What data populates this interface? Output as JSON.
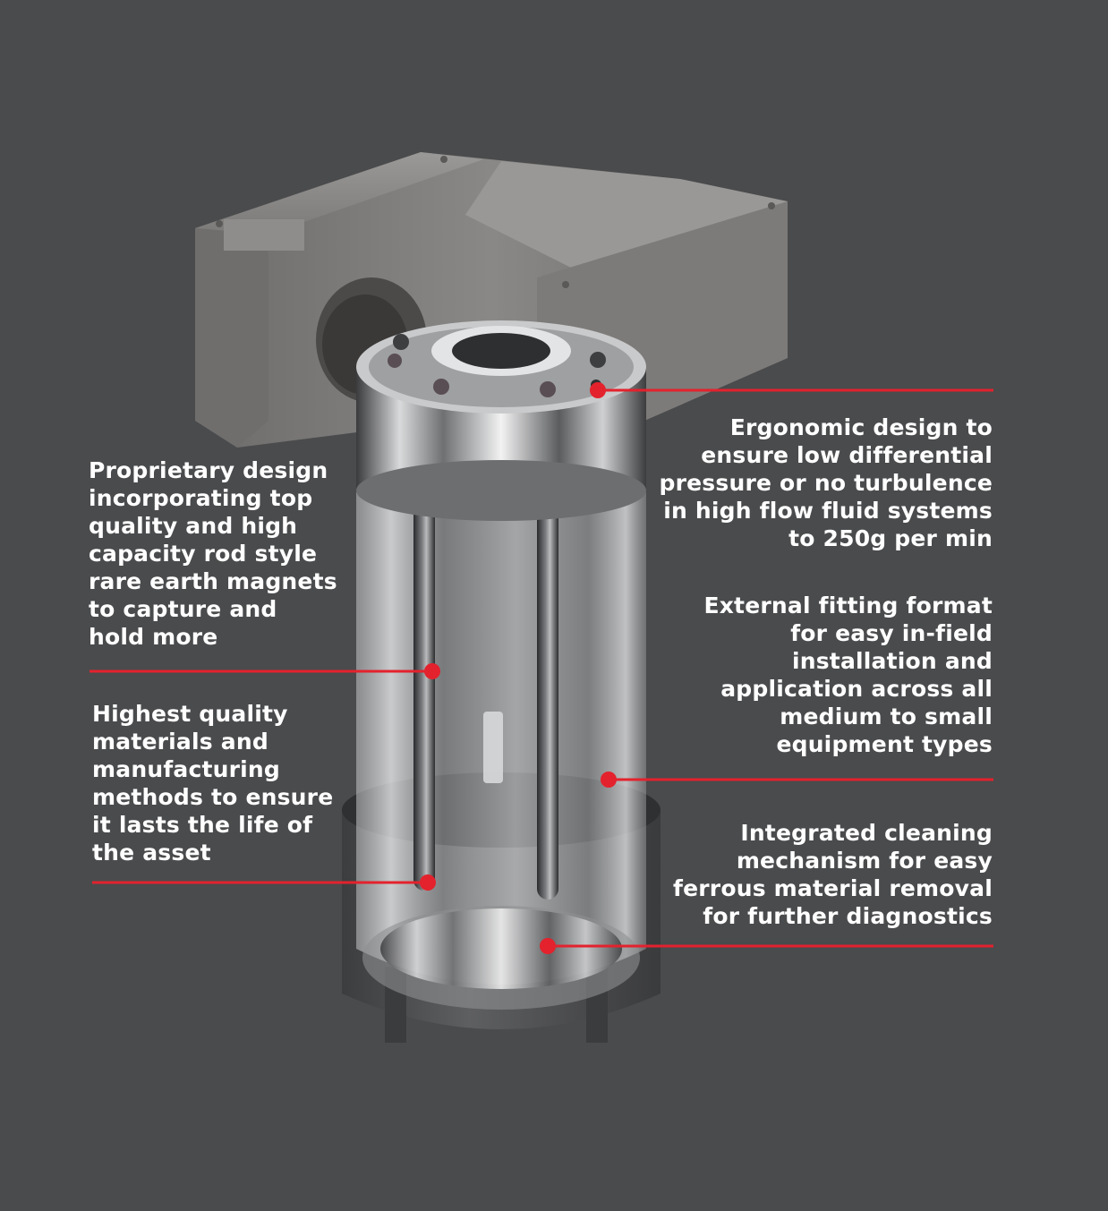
{
  "palette": {
    "background": "#4a4b4d",
    "leader_line": "#e3222d",
    "text": "#ffffff"
  },
  "callouts": {
    "top_right": {
      "lines": [
        "Ergonomic design to",
        "ensure low differential",
        "pressure or no turbulence",
        "in high flow fluid systems",
        "to 250g per min"
      ]
    },
    "mid_right": {
      "lines": [
        "External fitting format",
        "for easy in-field",
        "installation and",
        "application across all",
        "medium to small",
        "equipment types"
      ]
    },
    "bottom_right": {
      "lines": [
        "Integrated cleaning",
        "mechanism for easy",
        "ferrous material removal",
        "for further diagnostics"
      ]
    },
    "top_left": {
      "lines": [
        "Proprietary design",
        "incorporating top",
        "quality and high",
        "capacity rod style",
        "rare earth magnets",
        "to capture and",
        "hold more"
      ]
    },
    "bottom_left": {
      "lines": [
        "Highest quality",
        "materials and",
        "manufacturing",
        "methods to ensure",
        "it lasts the life of",
        "the asset"
      ]
    }
  }
}
